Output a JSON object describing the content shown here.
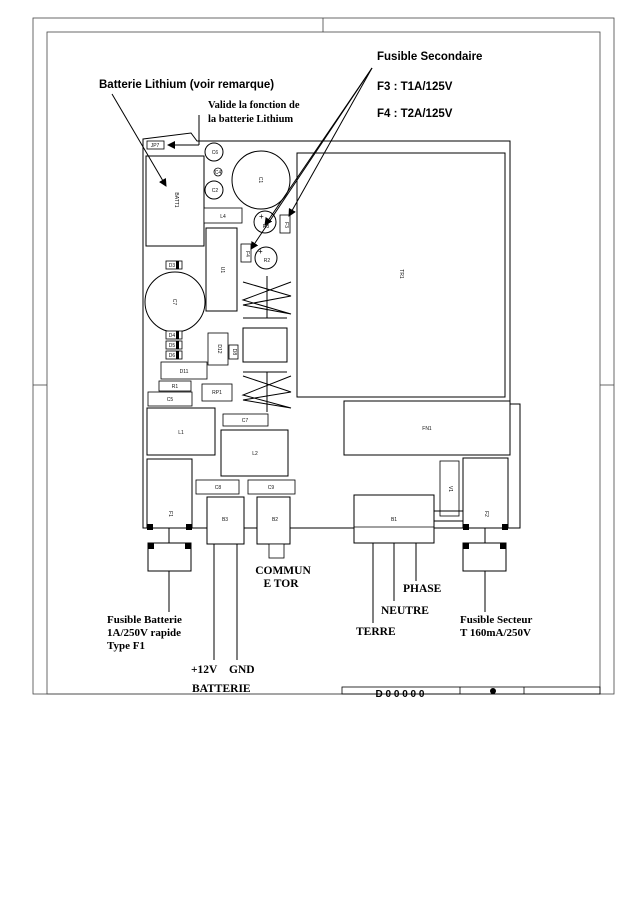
{
  "labels": {
    "battery_title": "Batterie Lithium (voir remarque)",
    "jp7_note_1": "Valide la fonction de",
    "jp7_note_2": "la batterie Lithium",
    "fuse_secondary_title": "Fusible Secondaire",
    "f3": "F3 : T1A/125V",
    "f4": "F4 : T2A/125V",
    "commun_1": "COMMUN",
    "commun_2": "E TOR",
    "phase": "PHASE",
    "neutre": "NEUTRE",
    "terre": "TERRE",
    "fuse_battery_1": "Fusible Batterie",
    "fuse_battery_2": "1A/250V rapide",
    "fuse_battery_3": "Type F1",
    "fuse_mains_1": "Fusible Secteur",
    "fuse_mains_2": "T 160mA/250V",
    "plus12v": "+12V",
    "gnd": "GND",
    "batterie": "BATTERIE",
    "title_block": "D 0 0 0 0 0"
  },
  "components": {
    "jp7": "JP7",
    "batt1": "BATT1",
    "c6_top": "C6",
    "c4": "C4",
    "c2": "C2",
    "c1": "C1",
    "l4": "L4",
    "r3": "R3",
    "f3": "F3",
    "f4": "F4",
    "r2": "R2",
    "tr1": "TR1",
    "d3": "D3",
    "u1": "U1",
    "c7_left": "C7",
    "d4": "D4",
    "d5": "D5",
    "d6": "D6",
    "d12": "D12",
    "d8": "D8",
    "d11": "D11",
    "r1": "R1",
    "c5": "C5",
    "rp1": "RP1",
    "c7": "C7",
    "fn1": "FN1",
    "l1": "L1",
    "l2": "L2",
    "v1": "V1",
    "f1": "F1",
    "f2": "F2",
    "c8": "C8",
    "c9": "C9",
    "b3": "B3",
    "b2": "B2",
    "b1": "B1"
  }
}
